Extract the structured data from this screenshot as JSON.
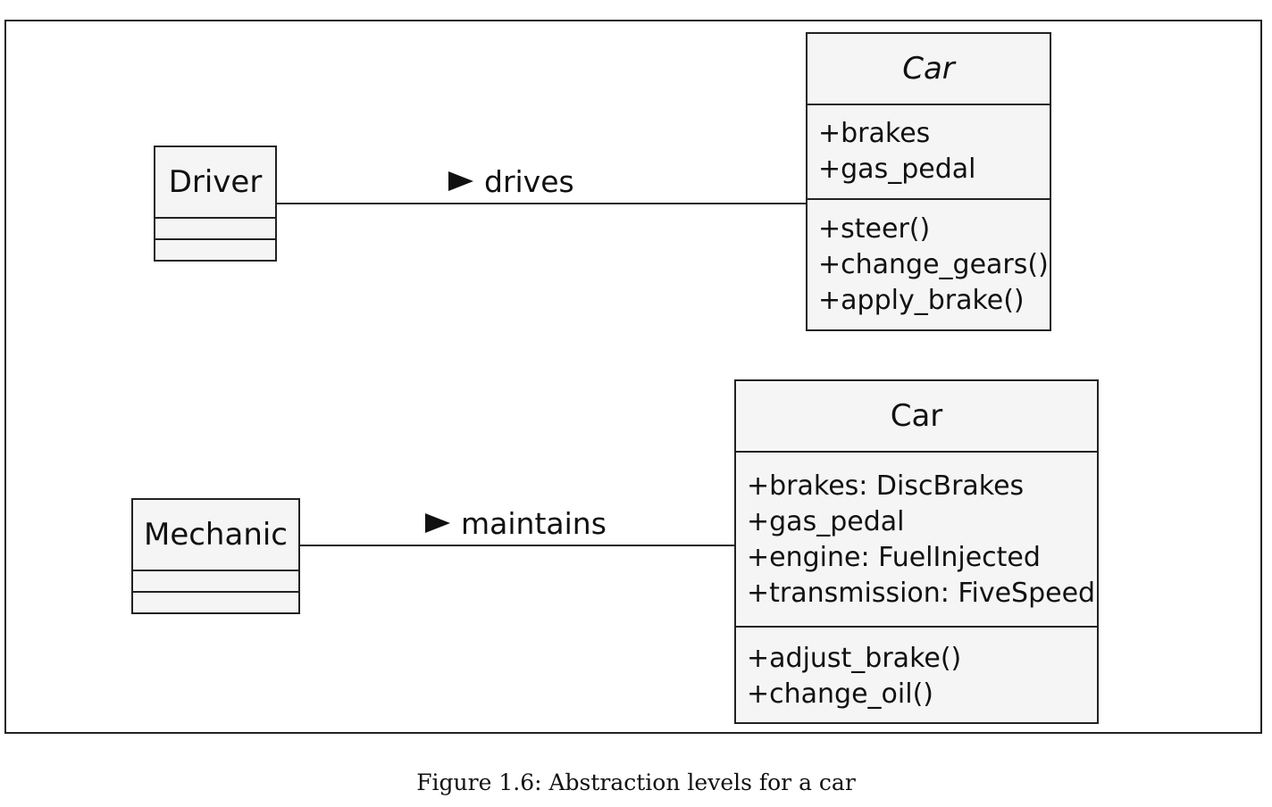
{
  "diagram": {
    "top": {
      "actor": {
        "name": "Driver"
      },
      "association": {
        "label": "drives"
      },
      "target": {
        "name": "Car",
        "attributes": [
          "+brakes",
          "+gas_pedal"
        ],
        "methods": [
          "+steer()",
          "+change_gears()",
          "+apply_brake()"
        ]
      }
    },
    "bottom": {
      "actor": {
        "name": "Mechanic"
      },
      "association": {
        "label": "maintains"
      },
      "target": {
        "name": "Car",
        "attributes": [
          "+brakes: DiscBrakes",
          "+gas_pedal",
          "+engine: FuelInjected",
          "+transmission: FiveSpeed"
        ],
        "methods": [
          "+adjust_brake()",
          "+change_oil()"
        ]
      }
    }
  },
  "caption": "Figure 1.6: Abstraction levels for a car"
}
